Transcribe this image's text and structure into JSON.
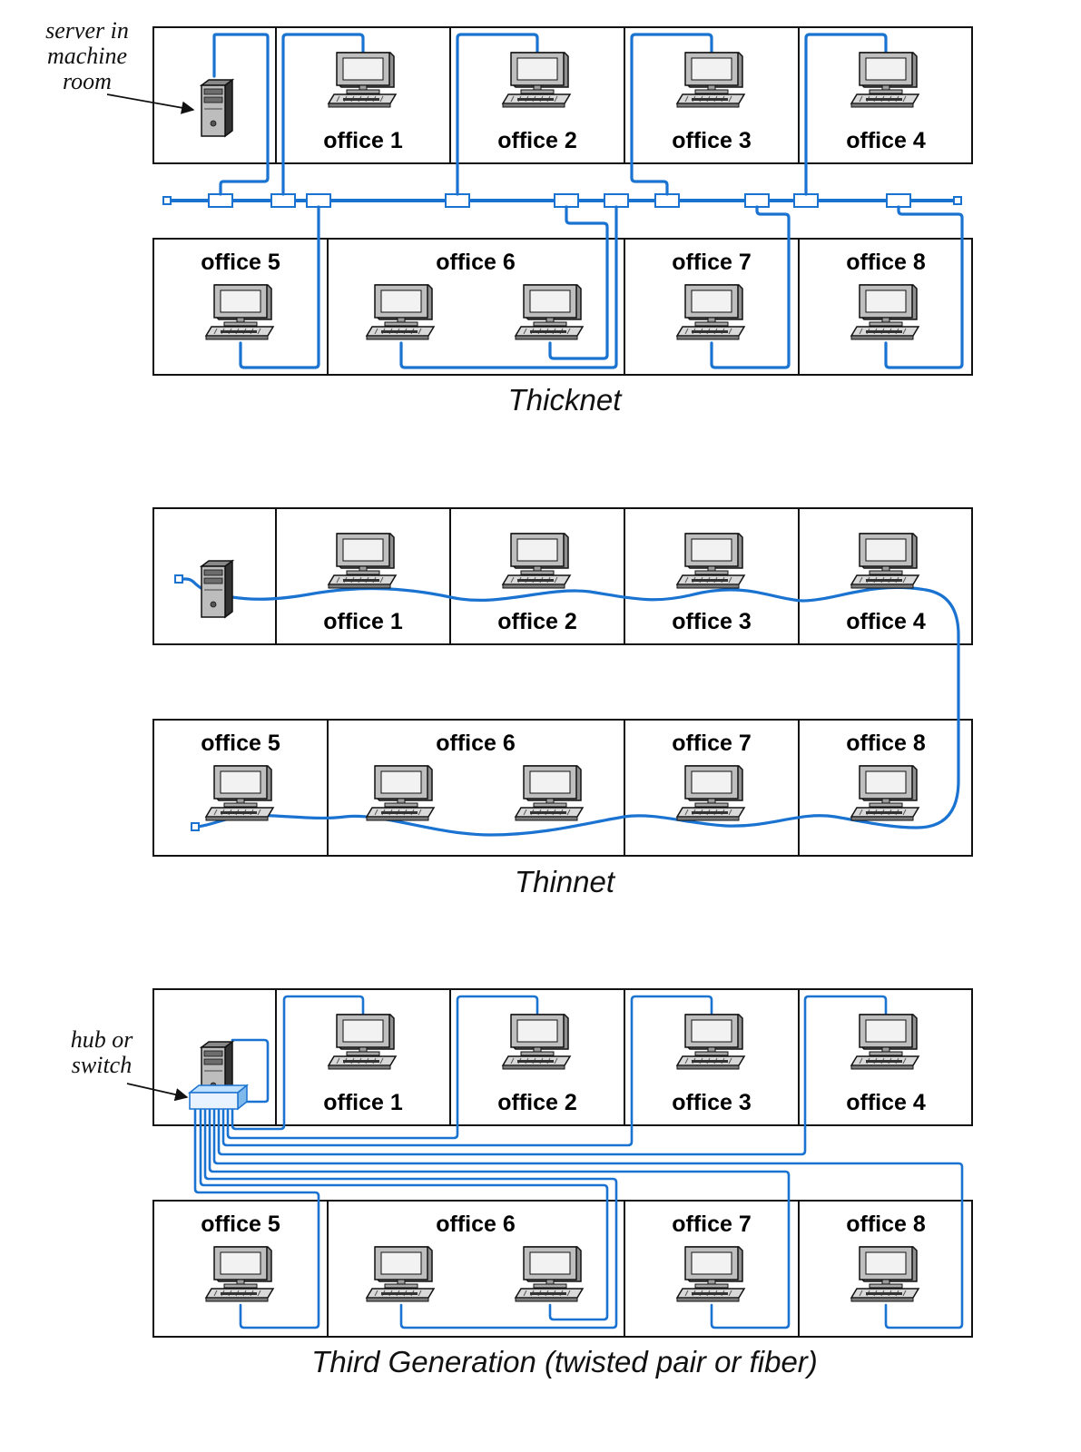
{
  "colors": {
    "cable": "#1a73d1",
    "outline": "#111111",
    "monitor": "#bfbfbf",
    "screen": "#f2f2f2",
    "server": "#555555"
  },
  "offices": [
    "office 1",
    "office 2",
    "office 3",
    "office 4",
    "office 5",
    "office 6",
    "office 7",
    "office 8"
  ],
  "panels": [
    {
      "id": "thicknet",
      "caption": "Thicknet",
      "annotation": [
        "server in",
        "machine",
        "room"
      ]
    },
    {
      "id": "thinnet",
      "caption": "Thinnet"
    },
    {
      "id": "third",
      "caption": "Third Generation (twisted pair or fiber)",
      "annotation": [
        "hub or",
        "switch"
      ]
    }
  ]
}
